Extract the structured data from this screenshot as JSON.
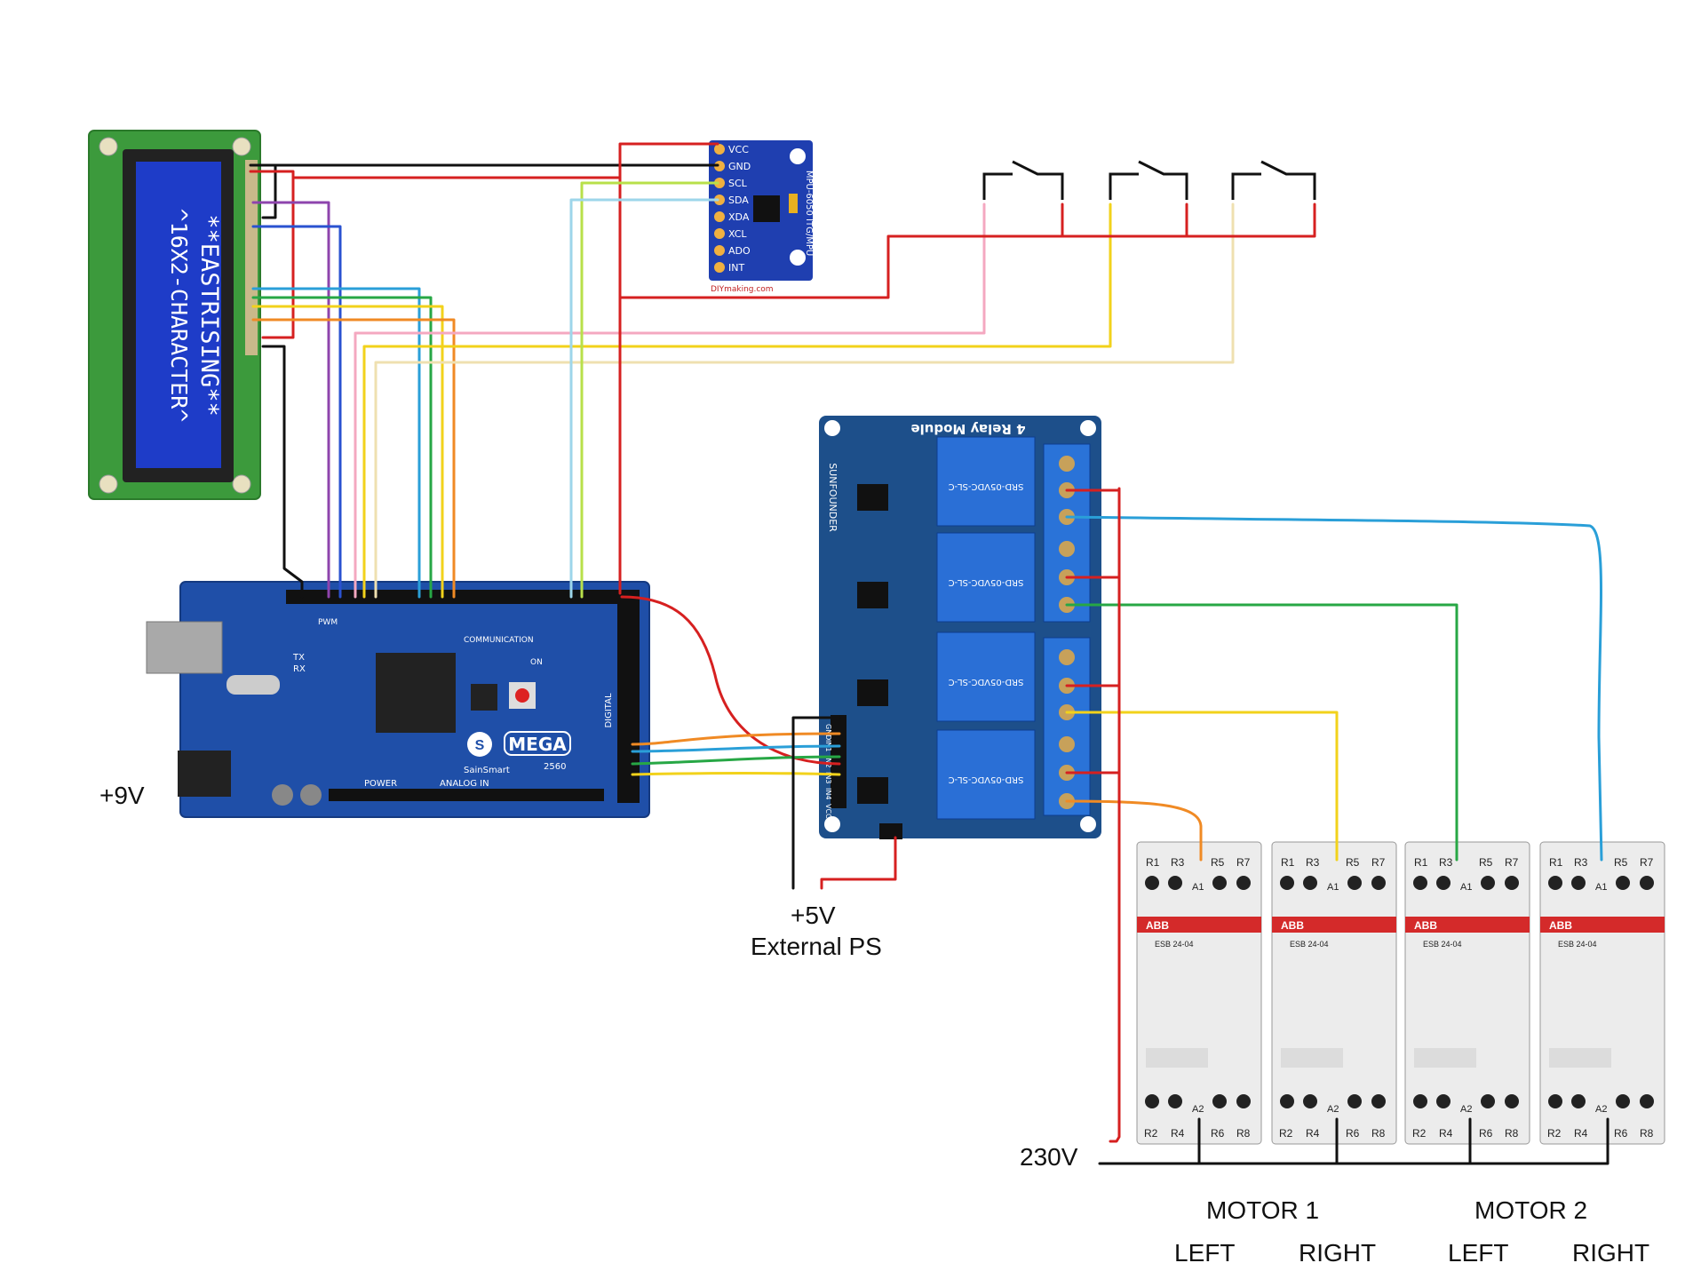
{
  "labels": {
    "power_9v": "+9V",
    "power_5v": "+5V",
    "external_ps": "External PS",
    "mains": "230V",
    "motor1": "MOTOR 1",
    "motor2": "MOTOR 2",
    "left1": "LEFT",
    "right1": "RIGHT",
    "left2": "LEFT",
    "right2": "RIGHT"
  },
  "lcd": {
    "line1": "**EASTRISING**",
    "line2": "^16X2-CHARACTER^",
    "screen_color": "#1e3cc8",
    "board_color": "#3c9a3c"
  },
  "imu": {
    "pins": [
      "VCC",
      "GND",
      "SCL",
      "SDA",
      "XDA",
      "XCL",
      "ADO",
      "INT"
    ],
    "chip_label": "MPU-6050 ITG/MPU",
    "footer": "DIYmaking.com",
    "board_color": "#1f3fb0"
  },
  "relay": {
    "title": "4 Relay Module",
    "brand": "SUNFOUNDER",
    "relay_text": "SRD-05VDC-SL-C",
    "input_pins": [
      "GND",
      "IN1",
      "IN2",
      "IN3",
      "IN4",
      "VCC"
    ],
    "board_color": "#1d4f8a",
    "relay_color": "#2a6fd6"
  },
  "arduino": {
    "name": "MEGA",
    "model": "2560",
    "brand": "SainSmart",
    "communication": "COMMUNICATION",
    "digital": "DIGITAL",
    "pwm": "PWM",
    "power": "POWER",
    "analog": "ANALOG IN",
    "tx": "TX",
    "rx": "RX",
    "on": "ON",
    "board_color": "#1f4fa8"
  },
  "contactors": {
    "brand": "ABB",
    "model": "ESB 24-04",
    "top_terminals": [
      "R1",
      "R3",
      "R5",
      "R7"
    ],
    "coil_top": "A1",
    "coil_bottom": "A2",
    "bottom_terminals": [
      "R2",
      "R4",
      "R6",
      "R8"
    ],
    "stripe_color": "#d42a2a"
  },
  "wire_colors": {
    "red": "#d62020",
    "black": "#111111",
    "purple": "#8e44ad",
    "blue": "#2a52d0",
    "light_blue": "#2a9fd8",
    "sky_blue": "#9dd6ea",
    "green": "#27a745",
    "yellow": "#f2d21b",
    "orange": "#f08a24",
    "pink": "#f4a8c0",
    "cream": "#efe0b0",
    "lime": "#b8e04a"
  }
}
